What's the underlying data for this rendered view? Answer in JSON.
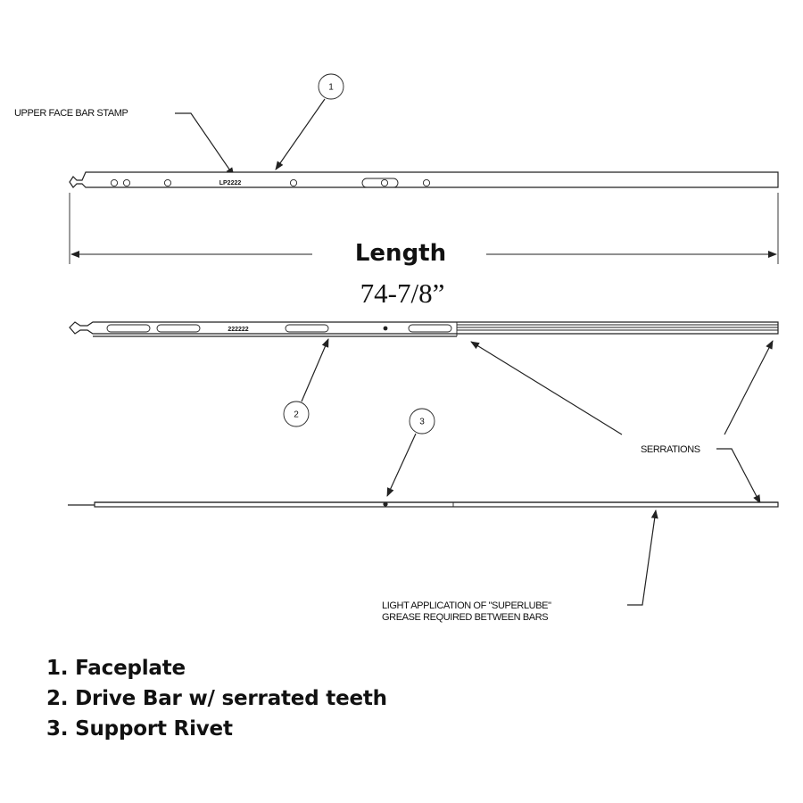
{
  "callouts": {
    "bubble_1": "1",
    "bubble_2": "2",
    "bubble_3": "3"
  },
  "labels": {
    "upper_stamp": "UPPER FACE BAR STAMP",
    "stamp_text_top": "LP2222",
    "stamp_text_mid": "222222",
    "serrations": "SERRATIONS",
    "grease_line1": "LIGHT APPLICATION OF \"SUPERLUBE\"",
    "grease_line2": "GREASE REQUIRED BETWEEN BARS"
  },
  "dimension": {
    "title": "Length",
    "value": "74-7/8”"
  },
  "legend": [
    "1. Faceplate",
    "2. Drive Bar w/ serrated teeth",
    "3. Support Rivet"
  ]
}
